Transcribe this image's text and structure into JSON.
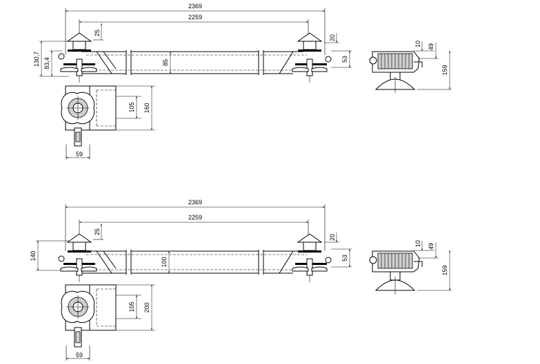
{
  "assemblies": [
    {
      "id": "upper",
      "overall_length": "2369",
      "inner_length": "2259",
      "top_offset": "25",
      "right_offset": "20",
      "right_height": "53",
      "total_height": "130,7",
      "inner_height": "83,4",
      "beam_height": "85",
      "detail_inner": "105",
      "detail_outer": "160",
      "detail_width": "59",
      "end_small": "10",
      "end_mid": "49",
      "end_height": "159"
    },
    {
      "id": "lower",
      "overall_length": "2369",
      "inner_length": "2259",
      "top_offset": "25",
      "right_offset": "20",
      "right_height": "53",
      "total_height": "140",
      "beam_height": "100",
      "detail_inner": "105",
      "detail_outer": "200",
      "detail_width": "59",
      "end_small": "10",
      "end_mid": "49",
      "end_height": "159"
    }
  ]
}
